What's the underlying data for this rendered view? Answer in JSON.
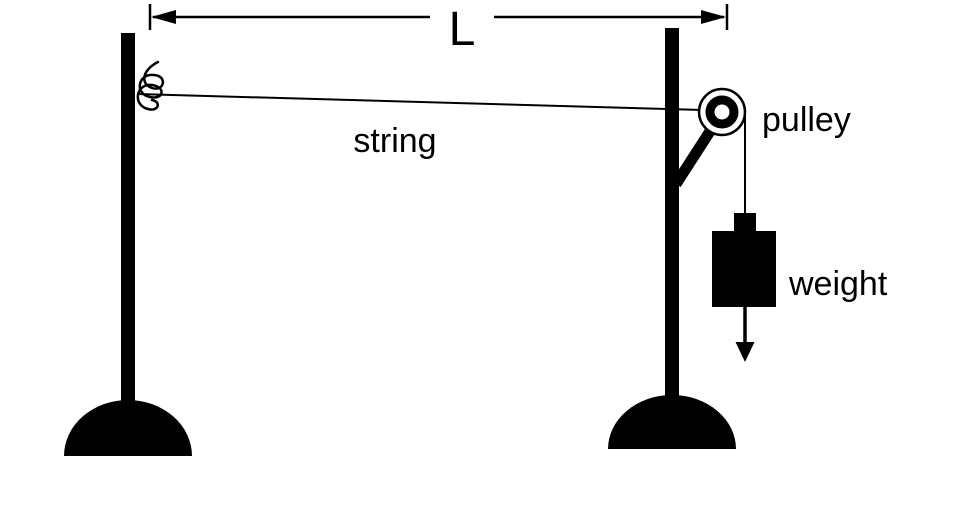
{
  "diagram": {
    "kind": "physics-standing-wave-apparatus",
    "labels": {
      "length": "L",
      "string": "string",
      "pulley": "pulley",
      "weight": "weight"
    },
    "colors": {
      "ink": "#000000",
      "background": "#ffffff"
    }
  }
}
